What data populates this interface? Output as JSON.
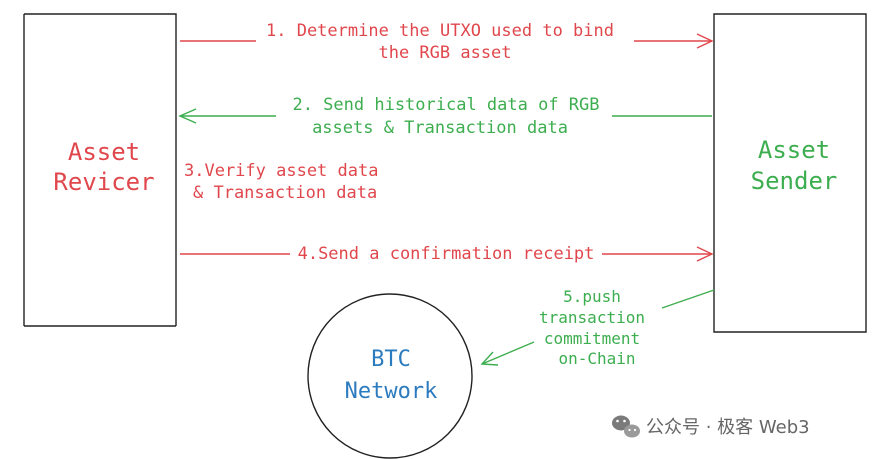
{
  "colors": {
    "red": "#e0474c",
    "green": "#3dae4f",
    "blue": "#2c7bbf",
    "box_stroke": "#222222",
    "watermark": "#666666"
  },
  "nodes": {
    "receiver": {
      "lines": [
        "Asset",
        "Revicer"
      ]
    },
    "sender": {
      "lines": [
        "Asset",
        "Sender"
      ]
    },
    "btc": {
      "lines": [
        "BTC",
        "Network"
      ]
    }
  },
  "steps": {
    "step1": {
      "lines": [
        "1. Determine the UTXO used to bind",
        "the RGB asset"
      ]
    },
    "step2": {
      "lines": [
        "2. Send historical data of RGB",
        "assets & Transaction data"
      ]
    },
    "step3": {
      "lines": [
        "3.Verify asset data",
        "& Transaction data"
      ]
    },
    "step4": {
      "lines": [
        "4.Send a confirmation receipt"
      ]
    },
    "step5": {
      "lines": [
        "5.push",
        "transaction",
        "commitment",
        "on-Chain"
      ]
    }
  },
  "watermark": {
    "icon": "wechat-icon",
    "text": "公众号 · 极客 Web3"
  }
}
